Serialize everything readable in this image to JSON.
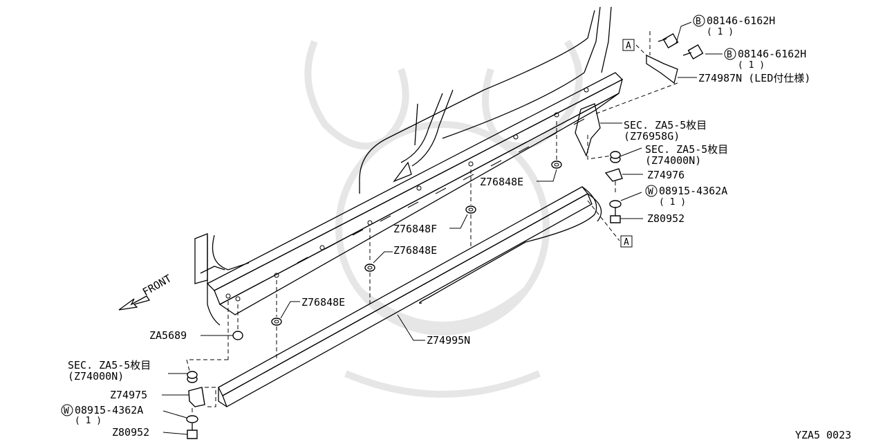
{
  "diagram_code": "YZA5 0023",
  "front_label": "FRONT",
  "ref_marker": "A",
  "bolt_b_symbol": "B",
  "washer_w_symbol": "W",
  "parts": {
    "bolt_top_1": {
      "code": "08146-6162H",
      "qty": "( 1 )"
    },
    "bolt_top_2": {
      "code": "08146-6162H",
      "qty": "( 1 )"
    },
    "led_part": "Z74987N (LED付仕様)",
    "sec_top_a": "SEC. ZA5-5枚目",
    "sec_top_a_code": "(Z76958G)",
    "sec_top_b": "SEC. ZA5-5枚目",
    "sec_top_b_code": "(Z74000N)",
    "bracket_rear": "Z74976",
    "washer_rear": {
      "code": "08915-4362A",
      "qty": "( 1 )"
    },
    "bolt_rear": "Z80952",
    "clip_e_upper": "Z76848E",
    "clip_f": "Z76848F",
    "clip_e_mid": "Z76848E",
    "clip_e_lower": "Z76848E",
    "plug": "ZA5689",
    "sill_cover": "Z74995N",
    "sec_front": "SEC. ZA5-5枚目",
    "sec_front_code": "(Z74000N)",
    "bracket_front": "Z74975",
    "washer_front": {
      "code": "08915-4362A",
      "qty": "( 1 )"
    },
    "bolt_front": "Z80952"
  }
}
